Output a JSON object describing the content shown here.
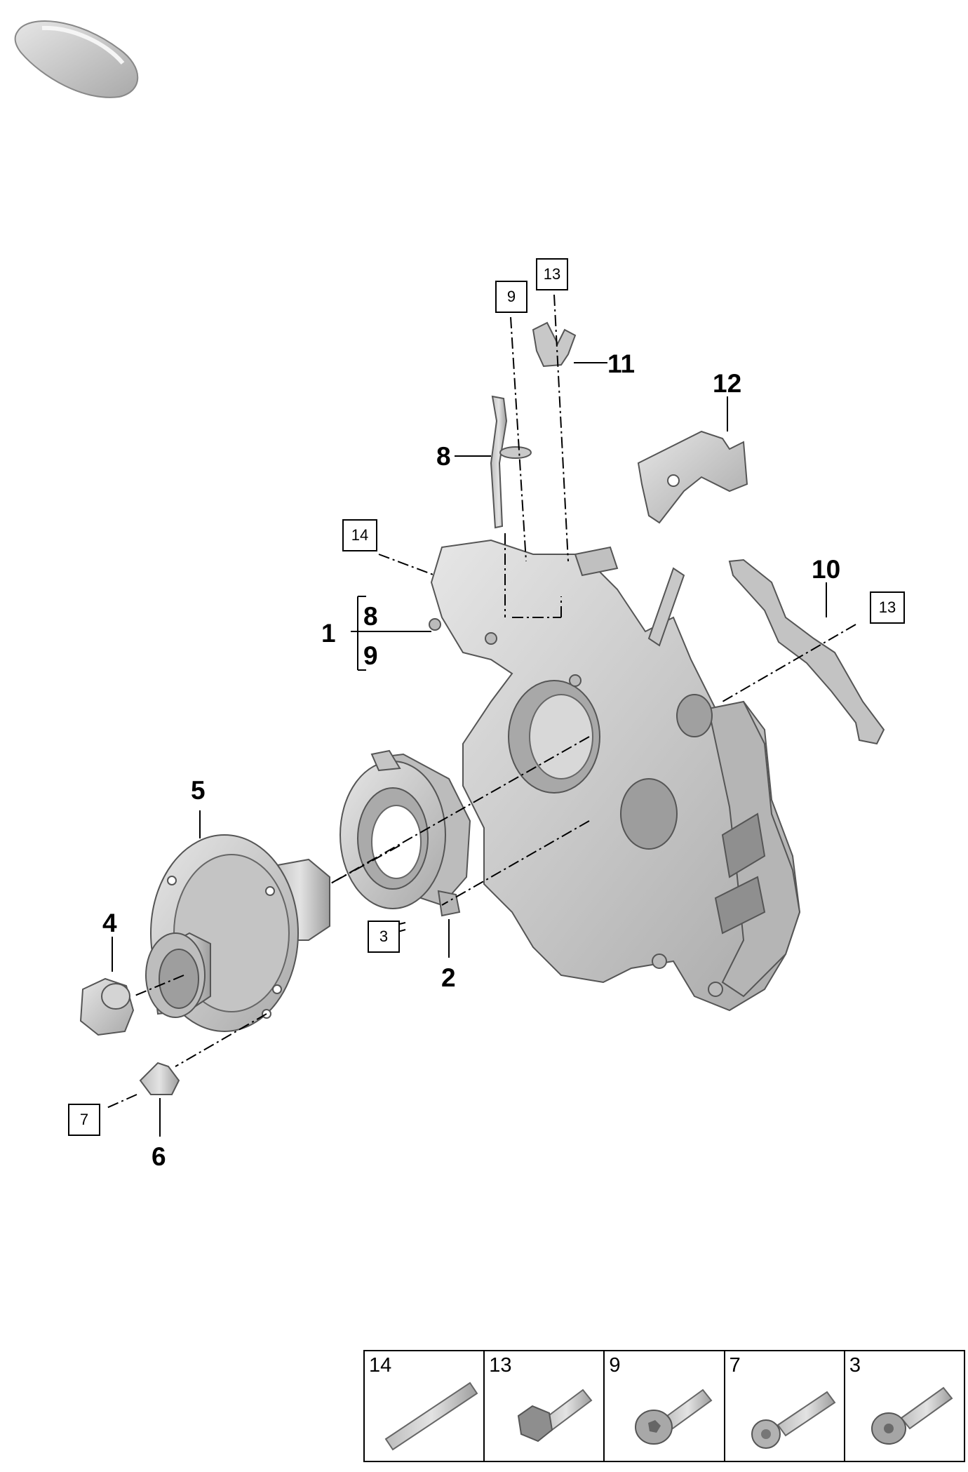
{
  "callouts": {
    "c1": "1",
    "c2": "2",
    "c4": "4",
    "c5": "5",
    "c6": "6",
    "c8": "8",
    "c10": "10",
    "c11": "11",
    "c12": "12",
    "bracket_top": "8",
    "bracket_bottom": "9"
  },
  "ref_boxes": {
    "b9_top": "9",
    "b13_top": "13",
    "b14": "14",
    "b13_right": "13",
    "b3": "3",
    "b7": "7"
  },
  "legend": [
    {
      "label": "14",
      "icon": "pin-icon"
    },
    {
      "label": "13",
      "icon": "hex-bolt-icon"
    },
    {
      "label": "9",
      "icon": "socket-bolt-icon"
    },
    {
      "label": "7",
      "icon": "torx-bolt-icon"
    },
    {
      "label": "3",
      "icon": "button-head-bolt-icon"
    }
  ],
  "colors": {
    "part_fill": "#cdcdcd",
    "part_shade": "#9a9a9a",
    "line": "#000000"
  }
}
